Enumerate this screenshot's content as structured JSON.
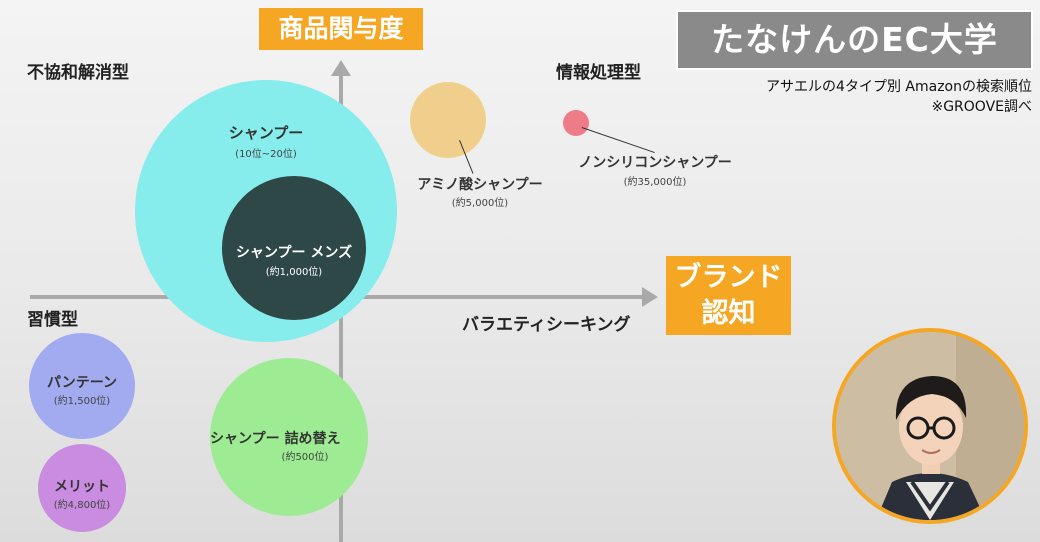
{
  "diagram": {
    "y_axis_title": "商品関与度",
    "x_axis_title_line1": "ブランド",
    "x_axis_title_line2": "認知",
    "x_axis_label": "バラエティシーキング",
    "quadrants": {
      "top_left": "不協和解消型",
      "top_right": "情報処理型",
      "bottom_left": "習慣型"
    },
    "bubbles": [
      {
        "label": "シャンプー",
        "sub": "(10位~20位)",
        "color": "#86ecec"
      },
      {
        "label": "シャンプー メンズ",
        "sub": "(約1,000位)",
        "color": "#2e4747"
      },
      {
        "label": "アミノ酸シャンプー",
        "sub": "(約5,000位)",
        "color": "#f0cf8c"
      },
      {
        "label": "ノンシリコンシャンプー",
        "sub": "(約35,000位)",
        "color": "#ee7c88"
      },
      {
        "label": "パンテーン",
        "sub": "(約1,500位)",
        "color": "#a2abef"
      },
      {
        "label": "メリット",
        "sub": "(約4,800位)",
        "color": "#c98ce0"
      },
      {
        "label": "シャンプー 詰め替え",
        "sub": "(約500位)",
        "color": "#9deb93"
      }
    ]
  },
  "branding": {
    "logo_text": "たなけんのEC大学",
    "subtitle_line1": "アサエルの4タイプ別 Amazonの検索順位",
    "subtitle_line2": "※GROOVE調べ"
  }
}
